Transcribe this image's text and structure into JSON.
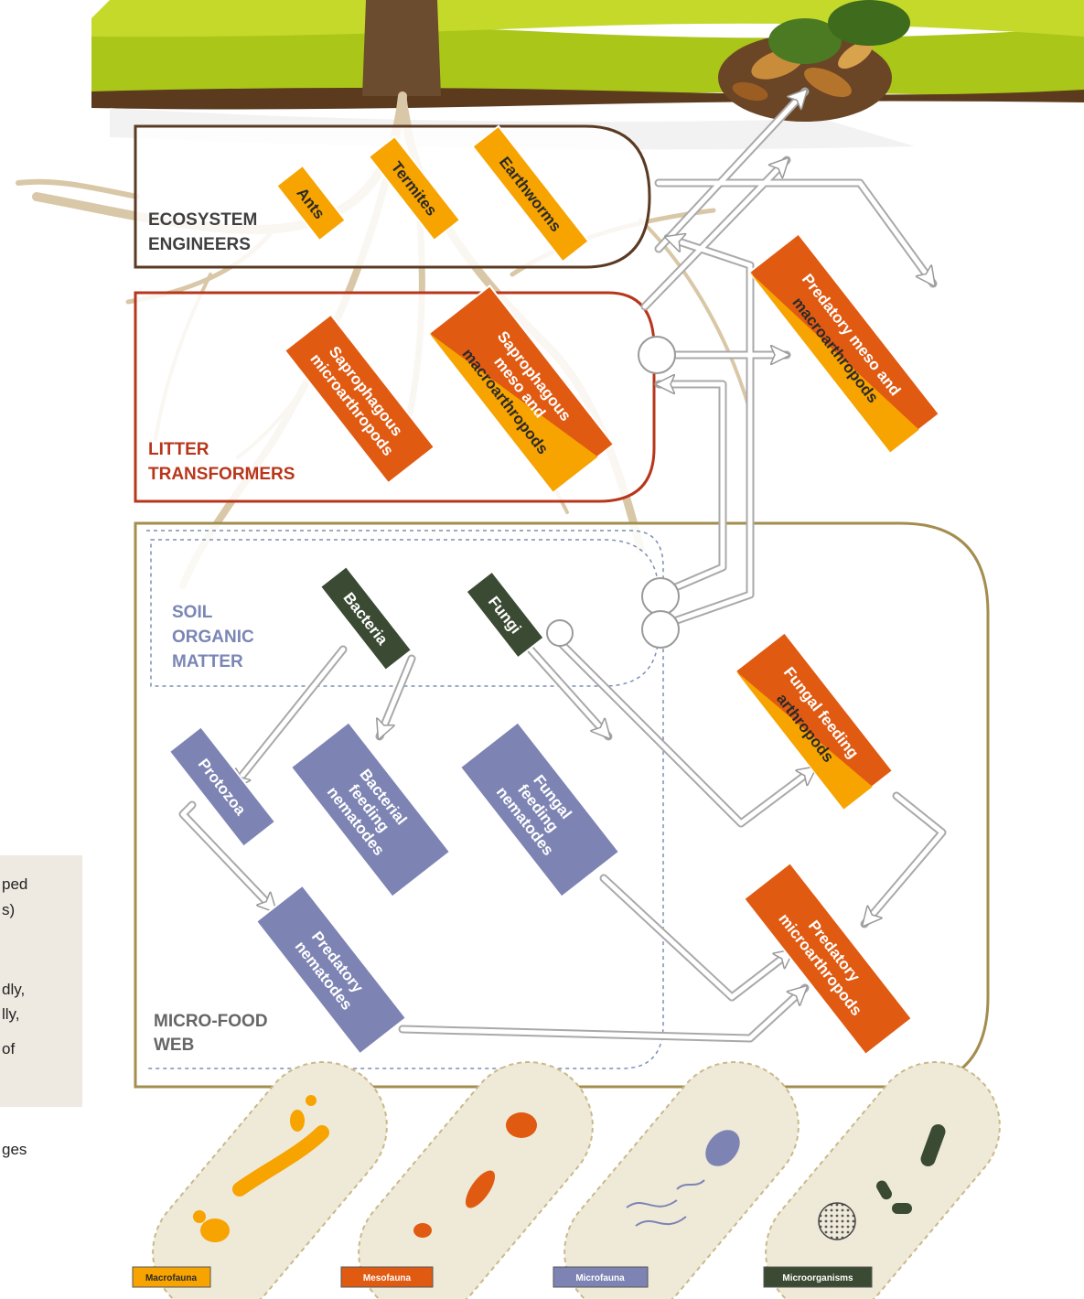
{
  "colors": {
    "grass": "#a9c619",
    "soil": "#5b3a1e",
    "roots": "#d7c6a6",
    "engineers_border": "#5a3a22",
    "litter_border": "#b8361b",
    "micro_border": "#a38e4f",
    "som_border": "#7a8fb5",
    "macro": "#f7a300",
    "meso": "#e05a12",
    "micro": "#7d84b3",
    "microorg": "#3b4a32"
  },
  "groups": {
    "engineers": [
      "ECOSYSTEM",
      "ENGINEERS"
    ],
    "litter": [
      "LITTER",
      "TRANSFORMERS"
    ],
    "som": [
      "SOIL",
      "ORGANIC",
      "MATTER"
    ],
    "microfood": [
      "MICRO-FOOD",
      "WEB"
    ]
  },
  "nodes": {
    "ants": [
      "Ants"
    ],
    "termites": [
      "Termites"
    ],
    "earthworms": [
      "Earthworms"
    ],
    "sapro_micro": [
      "Saprophagous",
      "microarthropods"
    ],
    "sapro_meso": [
      "Saprophagous",
      "meso and",
      "macroarthropods"
    ],
    "pred_meso": [
      "Predatory meso and",
      "macroarthropods"
    ],
    "bacteria": [
      "Bacteria"
    ],
    "fungi": [
      "Fungi"
    ],
    "fungal_arthro": [
      "Fungal feeding",
      "arthropods"
    ],
    "protozoa": [
      "Protozoa"
    ],
    "bact_nem": [
      "Bacterial",
      "feeding",
      "nematodes"
    ],
    "fung_nem": [
      "Fungal",
      "feeding",
      "nematodes"
    ],
    "pred_nem": [
      "Predatory",
      "nematodes"
    ],
    "pred_micro": [
      "Predatory",
      "microarthropods"
    ]
  },
  "side_text": {
    "lines": [
      "ped",
      "s)",
      "",
      "dly,",
      "lly,",
      " of"
    ],
    "caption": "ges"
  },
  "legend": {
    "macrofauna": "Macrofauna",
    "mesofauna": "Mesofauna",
    "microfauna": "Microfauna",
    "microorganisms": "Microorganisms"
  }
}
